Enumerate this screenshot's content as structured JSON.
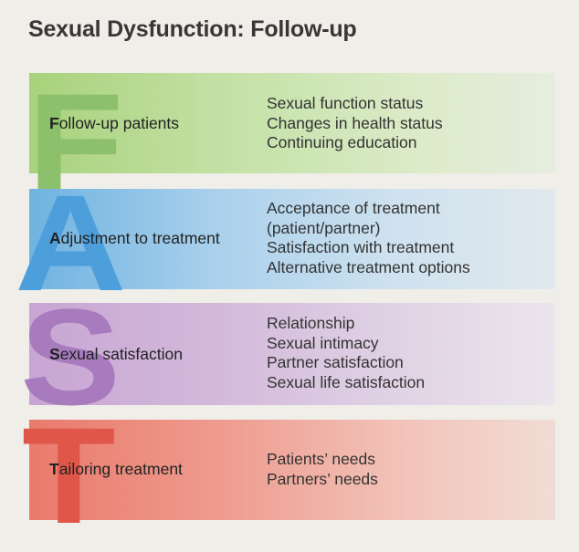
{
  "title": "Sexual Dysfunction: Follow-up",
  "rows": [
    {
      "letter": "F",
      "label_lead": "F",
      "label_rest": "ollow-up patients",
      "items": [
        "Sexual function status",
        "Changes in health status",
        "Continuing education"
      ],
      "color": "#8cc06a"
    },
    {
      "letter": "A",
      "label_lead": "A",
      "label_rest": "djustment to treatment",
      "items": [
        "Acceptance of treatment",
        "(patient/partner)",
        "Satisfaction with treatment",
        "Alternative treatment options"
      ],
      "color": "#4d9fdc"
    },
    {
      "letter": "S",
      "label_lead": "S",
      "label_rest": "exual satisfaction",
      "items": [
        "Relationship",
        "Sexual intimacy",
        "Partner satisfaction",
        "Sexual life satisfaction"
      ],
      "color": "#a77bbd"
    },
    {
      "letter": "T",
      "label_lead": "T",
      "label_rest": "ailoring treatment",
      "items": [
        "Patients’ needs",
        "Partners’ needs"
      ],
      "color": "#e0574a"
    }
  ]
}
